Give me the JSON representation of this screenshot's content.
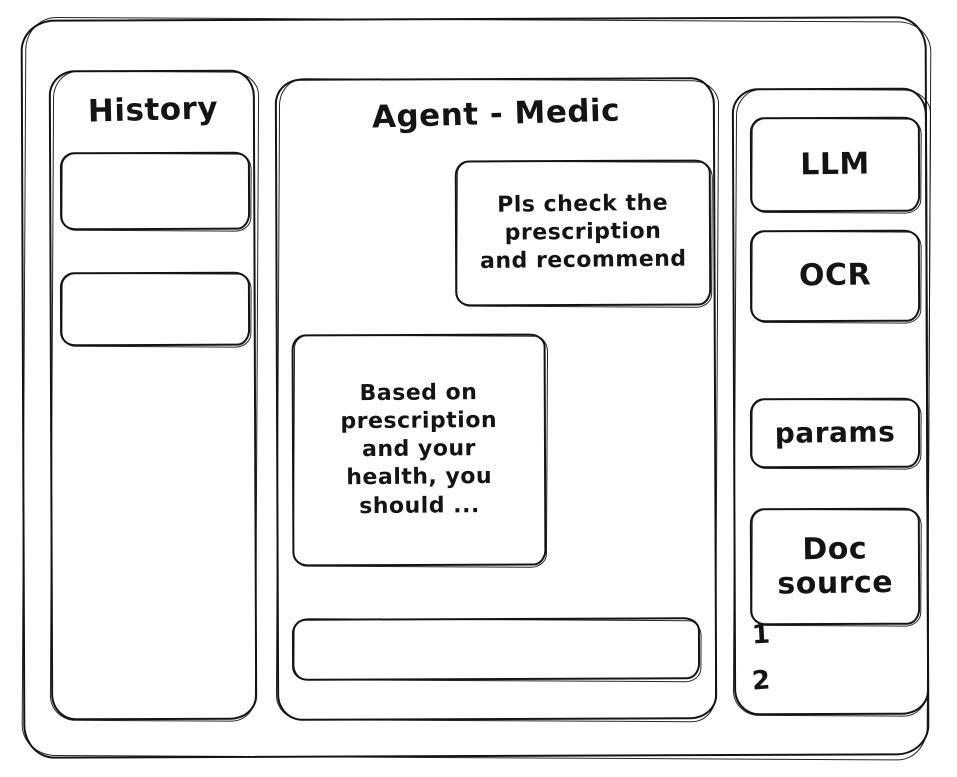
{
  "app": {
    "frame_label": "wireframe-window",
    "stroke_color": "#141414",
    "background_color": "#ffffff"
  },
  "history": {
    "title": "History",
    "items": [
      {
        "label": ""
      },
      {
        "label": ""
      }
    ]
  },
  "main": {
    "title": "Agent - Medic",
    "messages": [
      {
        "role": "user",
        "text": "Pls check the\nprescription\nand recommend"
      },
      {
        "role": "assistant",
        "text": "Based on\nprescription\nand your\nhealth, you\nshould ..."
      }
    ],
    "composer": {
      "value": "",
      "placeholder": ""
    }
  },
  "tools": {
    "buttons": [
      {
        "label": "LLM",
        "name": "llm"
      },
      {
        "label": "OCR",
        "name": "ocr"
      },
      {
        "label": "params",
        "name": "params"
      },
      {
        "label": "Doc\nsource",
        "name": "doc-source"
      }
    ],
    "doc_refs": [
      "1",
      "2"
    ]
  }
}
